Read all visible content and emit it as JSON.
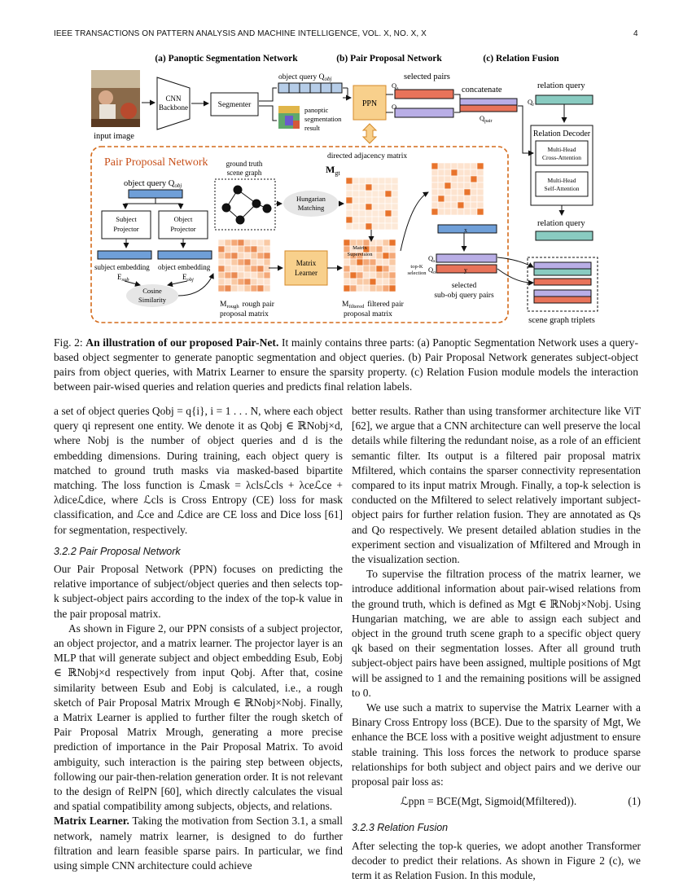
{
  "header": {
    "journal": "IEEE TRANSACTIONS ON PATTERN ANALYSIS AND MACHINE INTELLIGENCE, VOL. X, NO. X, X",
    "page_number": "4"
  },
  "figure": {
    "titles": [
      "(a) Panoptic Segmentation Network",
      "(b) Pair Proposal Network",
      "(c) Relation Fusion"
    ],
    "labels": {
      "input_image": "input image",
      "cnn": "CNN",
      "backbone": "Backbone",
      "segmenter": "Segmenter",
      "object_query": "object query Q",
      "obj_sub": "obj",
      "panoptic_1": "panoptic",
      "panoptic_2": "segmentation",
      "panoptic_3": "result",
      "ppn": "PPN",
      "selected_pairs": "selected pairs",
      "concatenate": "concatenate",
      "qpair": "Q",
      "pair_sub": "pair",
      "relation_query_top": "relation query",
      "relation_decoder": "Relation Decoder",
      "mhca_1": "Multi-Head",
      "mhca_2": "Cross-Attention",
      "mhsa_1": "Multi-Head",
      "mhsa_2": "Self-Attention",
      "relation_query_bottom": "relation query",
      "scene_graph_triplets": "scene graph triplets",
      "ppn_box_title": "Pair Proposal Network",
      "ppn_object_query": "object query Q",
      "gt_scene_graph_1": "ground truth",
      "gt_scene_graph_2": "scene graph",
      "hungarian_1": "Hungarian",
      "hungarian_2": "Matching",
      "directed_adjacency": "directed adjacency matrix",
      "mgt": "M",
      "gt_sub": "gt",
      "subject_projector_1": "Subject",
      "subject_projector_2": "Projector",
      "object_projector_1": "Object",
      "object_projector_2": "Projector",
      "subject_embedding": "subject embedding",
      "object_embedding": "object embedding",
      "esub": "E",
      "sub_sub": "sub",
      "eobj": "E",
      "cosine_1": "Cosine",
      "cosine_2": "Similarity",
      "matrix_learner_1": "Matrix",
      "matrix_learner_2": "Learner",
      "matrix_supervision_1": "Matrix",
      "matrix_supervision_2": "Supervision",
      "topk_1": "top-K",
      "topk_2": "selection",
      "mrough": "M",
      "rough_sub": "rough",
      "rough_label_1": "rough pair",
      "rough_label_2": "proposal matrix",
      "mfiltered": "M",
      "filtered_sub": "filtered",
      "filtered_label_1": "filtered pair",
      "filtered_label_2": "proposal matrix",
      "selected_subobj_1": "selected",
      "selected_subobj_2": "sub-obj query pairs",
      "qs": "Q",
      "qs_sub": "s",
      "qo": "Q",
      "qo_sub": "o",
      "qr": "Q",
      "qr_sub": "r",
      "x_mark": "x",
      "y_mark": "y",
      "xy_mark": "x,y"
    }
  },
  "caption": {
    "label": "Fig. 2:",
    "title": "An illustration of our proposed Pair-Net.",
    "body": "It mainly contains three parts: (a) Panoptic Segmentation Network uses a query-based object segmenter to generate panoptic segmentation and object queries. (b) Pair Proposal Network generates subject-object pairs from object queries, with Matrix Learner to ensure the sparsity property. (c) Relation Fusion module models the interaction between pair-wised queries and relation queries and predicts final relation labels."
  },
  "left_column": {
    "p1": "a set of object queries Qobj = q{i}, i = 1 . . . N, where each object query qi represent one entity. We denote it as Qobj ∈ ℝNobj×d, where Nobj is the number of object queries and d is the embedding dimensions. During training, each object query is matched to ground truth masks via masked-based bipartite matching. The loss function is ℒmask = λclsℒcls + λceℒce + λdiceℒdice, where ℒcls is Cross Entropy (CE) loss for mask classification, and ℒce and ℒdice are CE loss and Dice loss [61] for segmentation, respectively.",
    "section": "3.2.2   Pair Proposal Network",
    "p2": "Our Pair Proposal Network (PPN) focuses on predicting the relative importance of subject/object queries and then selects top-k subject-object pairs according to the index of the top-k value in the pair proposal matrix.",
    "p3": "As shown in Figure 2, our PPN consists of a subject projector, an object projector, and a matrix learner. The projector layer is an MLP that will generate subject and object embedding Esub, Eobj ∈ ℝNobj×d respectively from input Qobj. After that, cosine similarity between Esub and Eobj is calculated, i.e., a rough sketch of Pair Proposal Matrix Mrough ∈ ℝNobj×Nobj. Finally, a Matrix Learner is applied to further filter the rough sketch of Pair Proposal Matrix Mrough, generating a more precise prediction of importance in the Pair Proposal Matrix. To avoid ambiguity, such interaction is the pairing step between objects, following our pair-then-relation generation order. It is not relevant to the design of RelPN [60], which directly calculates the visual and spatial compatibility among subjects, objects, and relations.",
    "p4_lead": "Matrix Learner.",
    "p4": " Taking the motivation from Section 3.1, a small network, namely matrix learner, is designed to do further filtration and learn feasible sparse pairs. In particular, we find using simple CNN architecture could achieve"
  },
  "right_column": {
    "p1": "better results. Rather than using transformer architecture like ViT [62], we argue that a CNN architecture can well preserve the local details while filtering the redundant noise, as a role of an efficient semantic filter. Its output is a filtered pair proposal matrix Mfiltered, which contains the sparser connectivity representation compared to its input matrix Mrough. Finally, a top-k selection is conducted on the Mfiltered to select relatively important subject-object pairs for further relation fusion. They are annotated as Qs and Qo respectively. We present detailed ablation studies in the experiment section and visualization of Mfiltered and Mrough in the visualization section.",
    "p2": "To supervise the filtration process of the matrix learner, we introduce additional information about pair-wised relations from the ground truth, which is defined as Mgt ∈ ℝNobj×Nobj. Using Hungarian matching, we are able to assign each subject and object in the ground truth scene graph to a specific object query qk based on their segmentation losses. After all ground truth subject-object pairs have been assigned, multiple positions of Mgt will be assigned to 1 and the remaining positions will be assigned to 0.",
    "p3": "We use such a matrix to supervise the Matrix Learner with a Binary Cross Entropy loss (BCE). Due to the sparsity of Mgt, We enhance the BCE loss with a positive weight adjustment to ensure stable training. This loss forces the network to produce sparse relationships for both subject and object pairs and we derive our proposal pair loss as:",
    "equation": "ℒppn = BCE(Mgt, Sigmoid(Mfiltered)).",
    "equation_number": "(1)",
    "section": "3.2.3   Relation Fusion",
    "p4": "After selecting the top-k queries, we adopt another Transformer decoder to predict their relations. As shown in Figure 2 (c), we term it as Relation Fusion. In this module,"
  }
}
